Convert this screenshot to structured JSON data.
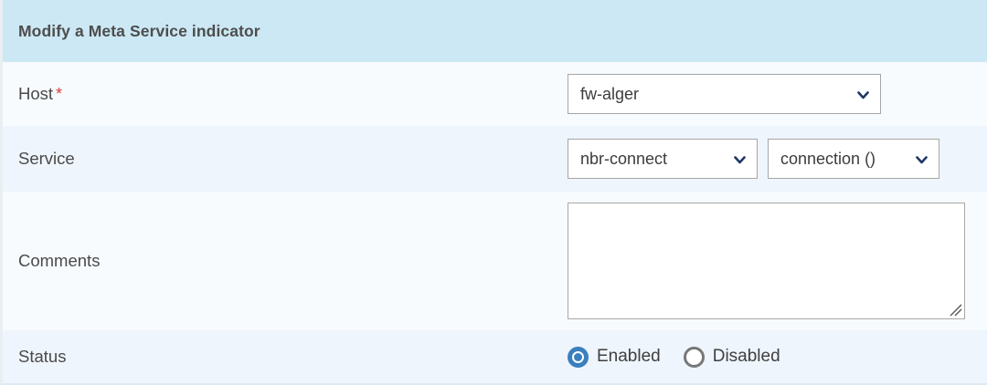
{
  "panel": {
    "title": "Modify a Meta Service indicator",
    "header_bg": "#cce8f4"
  },
  "colors": {
    "accent_radio": "#3a7fbe",
    "required_star": "#e03b3b",
    "chevron": "#1f3864",
    "row_light": "#f7fbfd",
    "row_alt": "#eff5fd"
  },
  "rows": {
    "host": {
      "label": "Host",
      "required_marker": "*",
      "select_value": "fw-alger",
      "chevron_icon": "chevron-down-icon"
    },
    "service": {
      "label": "Service",
      "service_value": "nbr-connect",
      "metric_value": "connection ()",
      "chevron_icon": "chevron-down-icon"
    },
    "comments": {
      "label": "Comments",
      "value": "",
      "placeholder": ""
    },
    "status": {
      "label": "Status",
      "options": [
        {
          "label": "Enabled",
          "selected": true
        },
        {
          "label": "Disabled",
          "selected": false
        }
      ]
    }
  }
}
